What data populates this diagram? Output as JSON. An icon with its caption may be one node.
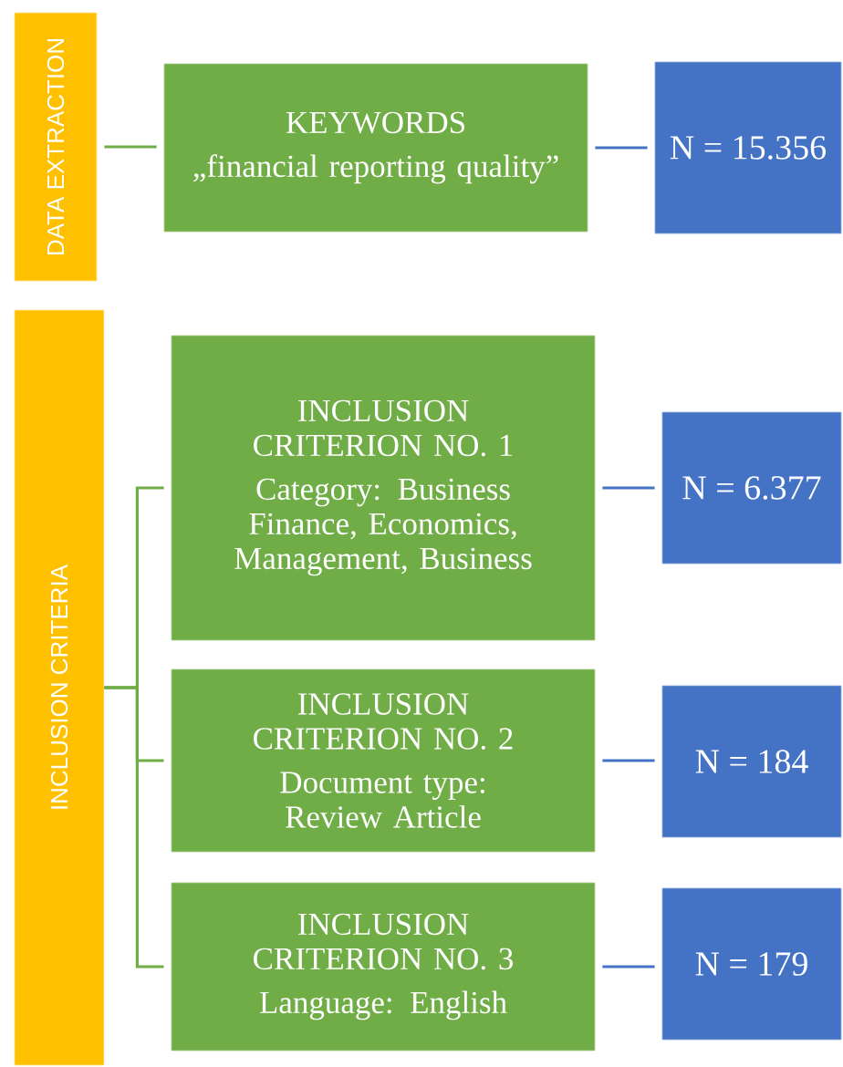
{
  "diagram": {
    "nodes": [
      {
        "text": [
          "DATA EXTRACTION"
        ]
      },
      {
        "text": [
          "KEYWORDS",
          "„financial reporting quality”"
        ]
      },
      {
        "text": [
          "N = 15.356"
        ]
      },
      {
        "text": [
          "INCLUSION CRITERIA"
        ]
      },
      {
        "text": [
          "INCLUSION CRITERION  NO. 1",
          "Category: Business Finance, Economics, Management, Business"
        ]
      },
      {
        "text": [
          "N = 6.377"
        ]
      },
      {
        "text": [
          "INCLUSION CRITERION  NO. 2",
          "Document type: Review Article"
        ]
      },
      {
        "text": [
          "N = 184"
        ]
      },
      {
        "text": [
          "INCLUSION CRITERION  NO. 3",
          "Language: English"
        ]
      },
      {
        "text": [
          "N = 179"
        ]
      }
    ],
    "edges": [
      {
        "from": 0,
        "to": 1,
        "arrow": "none",
        "color": "#70ad47"
      },
      {
        "from": 1,
        "to": 2,
        "arrow": "none",
        "color": "#4472c4"
      },
      {
        "from": 3,
        "to": 4,
        "arrow": "none",
        "color": "#70ad47"
      },
      {
        "from": 3,
        "to": 6,
        "arrow": "none",
        "color": "#70ad47"
      },
      {
        "from": 3,
        "to": 8,
        "arrow": "none",
        "color": "#70ad47"
      },
      {
        "from": 4,
        "to": 5,
        "arrow": "none",
        "color": "#4472c4"
      },
      {
        "from": 6,
        "to": 7,
        "arrow": "none",
        "color": "#4472c4"
      },
      {
        "from": 8,
        "to": 9,
        "arrow": "none",
        "color": "#4472c4"
      }
    ]
  }
}
